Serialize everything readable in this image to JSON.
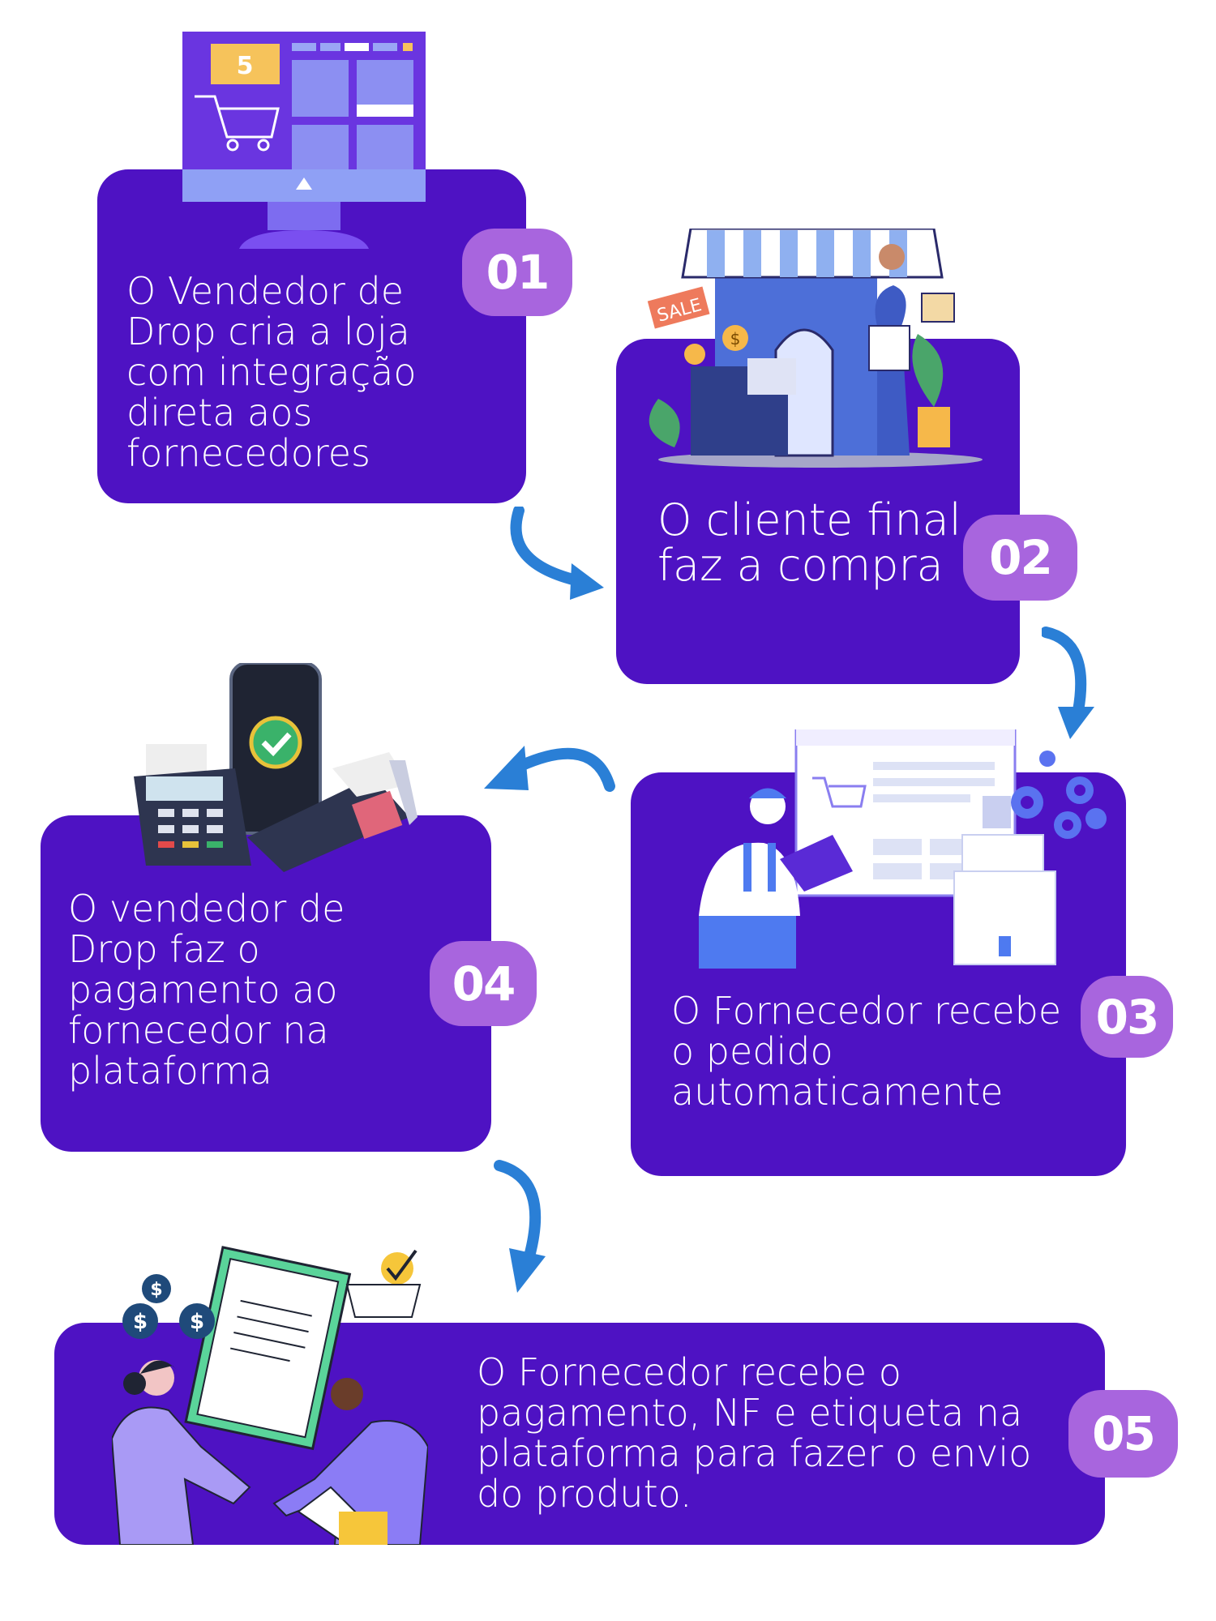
{
  "steps": [
    {
      "number": "01",
      "text": "O Vendedor de Drop cria a loja com integração direta aos fornecedores"
    },
    {
      "number": "02",
      "text": "O cliente final faz a compra"
    },
    {
      "number": "03",
      "text": "O Fornecedor recebe o pedido automaticamente"
    },
    {
      "number": "04",
      "text": "O vendedor de Drop faz o pagamento ao fornecedor na plataforma"
    },
    {
      "number": "05",
      "text": "O Fornecedor recebe o pagamento, NF e etiqueta na plataforma para fazer o envio do produto."
    }
  ],
  "illustrations": {
    "monitor_badge": "5",
    "sale_tag": "SALE",
    "currency": "$"
  },
  "colors": {
    "card": "#4e12c3",
    "badge": "#a865de",
    "arrow": "#2a7fd6"
  }
}
